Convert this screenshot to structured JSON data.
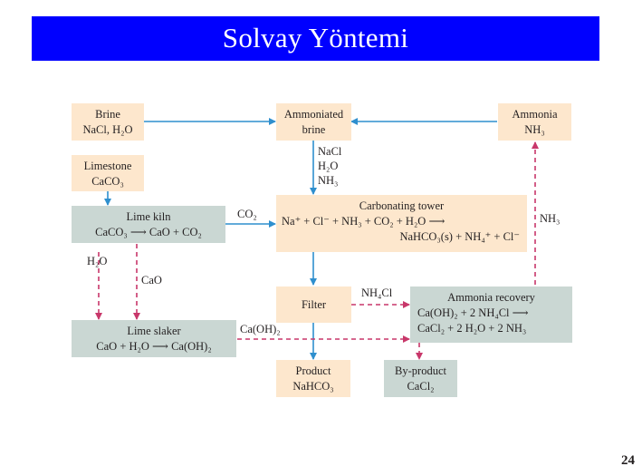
{
  "title": "Solvay Yöntemi",
  "page_number": "24",
  "colors": {
    "title_bar": "#0000ff",
    "peach_box": "#fde7cd",
    "gray_box": "#cad7d3",
    "solid_arrow": "#2f8fce",
    "dashed_arrow": "#c8376a"
  },
  "nodes": {
    "brine": {
      "name": "Brine",
      "formula": "NaCl, H₂O"
    },
    "ammoniated_brine": {
      "line1": "Ammoniated",
      "line2": "brine"
    },
    "ammonia": {
      "name": "Ammonia",
      "formula": "NH₃"
    },
    "limestone": {
      "name": "Limestone",
      "formula": "CaCO₃"
    },
    "lime_kiln": {
      "name": "Lime kiln",
      "equation": "CaCO₃ ⟶ CaO + CO₂"
    },
    "carbonating_tower": {
      "name": "Carbonating tower",
      "equation1": "Na⁺ + Cl⁻ + NH₃ + CO₂ + H₂O ⟶",
      "equation2": "NaHCO₃(s) + NH₄⁺ + Cl⁻"
    },
    "filter": {
      "name": "Filter"
    },
    "ammonia_recovery": {
      "name": "Ammonia recovery",
      "equation1": "Ca(OH)₂ + 2 NH₄Cl ⟶",
      "equation2": "CaCl₂ + 2 H₂O + 2 NH₃"
    },
    "lime_slaker": {
      "name": "Lime slaker",
      "equation": "CaO + H₂O ⟶ Ca(OH)₂"
    },
    "product": {
      "line1": "Product",
      "formula": "NaHCO₃"
    },
    "by_product": {
      "line1": "By-product",
      "formula": "CaCl₂"
    }
  },
  "edge_labels": {
    "nacl": "NaCl",
    "h2o_in": "H₂O",
    "nh3_in": "NH₃",
    "co2": "CO₂",
    "nh3_return": "NH₃",
    "h2o_slaker": "H₂O",
    "cao": "CaO",
    "nh4cl": "NH₄Cl",
    "caoh2": "Ca(OH)₂"
  }
}
